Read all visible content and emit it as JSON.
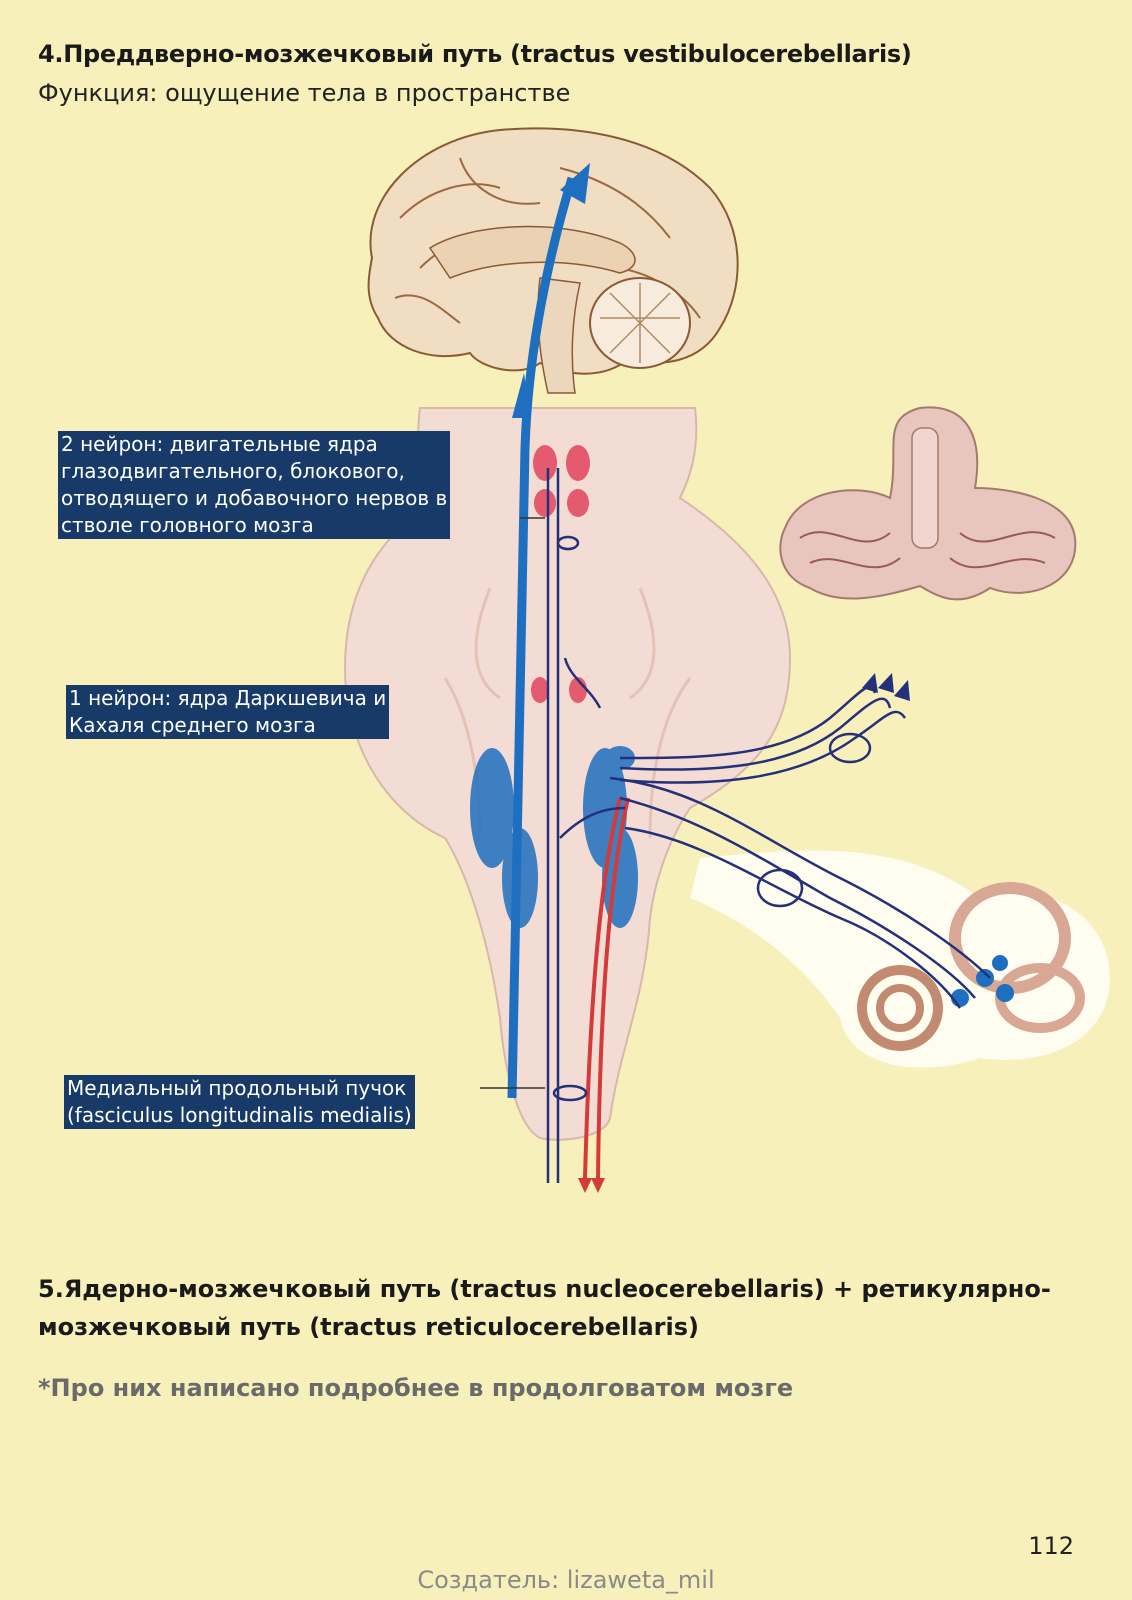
{
  "section4": {
    "title": "4.Преддверно-мозжечковый путь (tractus vestibulocerebellaris)",
    "function_text": "Функция: ощущение тела в пространстве"
  },
  "figure": {
    "labels": {
      "neuron2": [
        "2 нейрон: двигательные ядра",
        "глазодвигательного, блокового,",
        "отводящего и добавочного нервов в",
        "стволе головного мозга"
      ],
      "neuron1": [
        "1 нейрон: ядра Даркшевича и",
        "Кахаля среднего мозга"
      ],
      "mlf": [
        "Медиальный продольный пучок",
        "(fasciculus longitudinalis medialis)"
      ]
    },
    "colors": {
      "label_bg": "#173a68",
      "pathway_blue": "#1f6fc0",
      "pathway_red": "#d43a3a",
      "nerve_navy": "#25307a",
      "tissue": "#f3dcd3"
    }
  },
  "section5": {
    "title": "5.Ядерно-мозжечковый путь (tractus nucleocerebellaris) + ретикулярно-мозжечковый путь (tractus reticulocerebellaris)",
    "note": "*Про них написано подробнее в продолговатом мозге"
  },
  "page_number": "112",
  "footer": "Создатель: lizaweta_mil"
}
